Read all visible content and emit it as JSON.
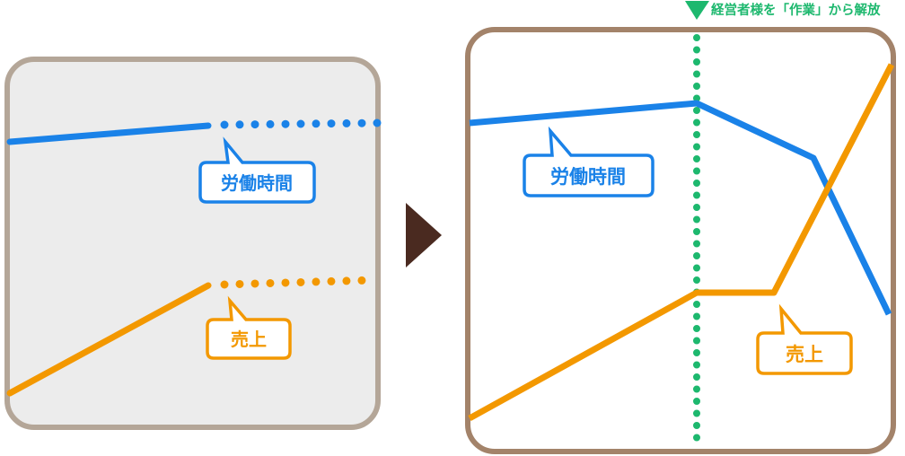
{
  "before": {
    "labels": {
      "hours": "労働時間",
      "sales": "売上"
    }
  },
  "after": {
    "labels": {
      "hours": "労働時間",
      "sales": "売上"
    },
    "marker_text": "経営者様を「作業」から解放"
  },
  "colors": {
    "hours": "#1a82e8",
    "sales": "#f39800",
    "marker": "#1db86e",
    "before_frame": "#b4a698",
    "after_frame": "#a3836a",
    "arrow": "#4a2a20"
  }
}
